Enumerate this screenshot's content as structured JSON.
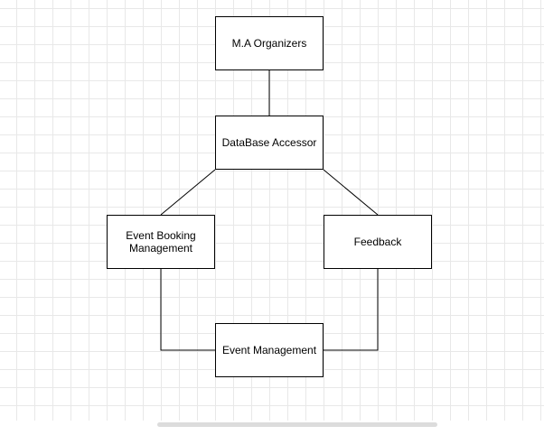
{
  "diagram": {
    "nodes": {
      "ma_organizers": {
        "label": "M.A Organizers"
      },
      "database_accessor": {
        "label": "DataBase Accessor"
      },
      "event_booking_management": {
        "label": "Event Booking\nManagement"
      },
      "feedback": {
        "label": "Feedback"
      },
      "event_management": {
        "label": "Event Management"
      }
    },
    "edges": [
      {
        "from": "ma_organizers",
        "to": "database_accessor"
      },
      {
        "from": "database_accessor",
        "to": "event_booking_management"
      },
      {
        "from": "database_accessor",
        "to": "feedback"
      },
      {
        "from": "event_booking_management",
        "to": "event_management"
      },
      {
        "from": "feedback",
        "to": "event_management"
      }
    ],
    "colors": {
      "stroke": "#000000",
      "fill": "#ffffff",
      "grid": "#e8e8e8"
    }
  }
}
